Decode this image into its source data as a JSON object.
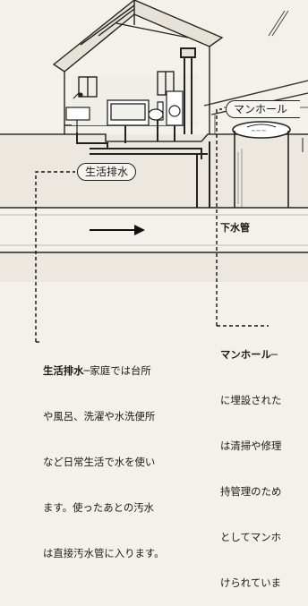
{
  "labels": {
    "household_drain": "生活排水",
    "manhole": "マンホール",
    "sewer_pipe": "下水管"
  },
  "captions": {
    "household": {
      "term": "生活排水",
      "lines": [
        "─家庭では台所",
        "や風呂、洗濯や水洗便所",
        "など日常生活で水を使い",
        "ます。使ったあとの汚水",
        "は直接汚水管に入ります。"
      ]
    },
    "manhole": {
      "term": "マンホール",
      "lines": [
        "─",
        "に埋設された",
        "は清掃や修理",
        "持管理のため",
        "としてマンホ",
        "けられていま"
      ]
    }
  }
}
